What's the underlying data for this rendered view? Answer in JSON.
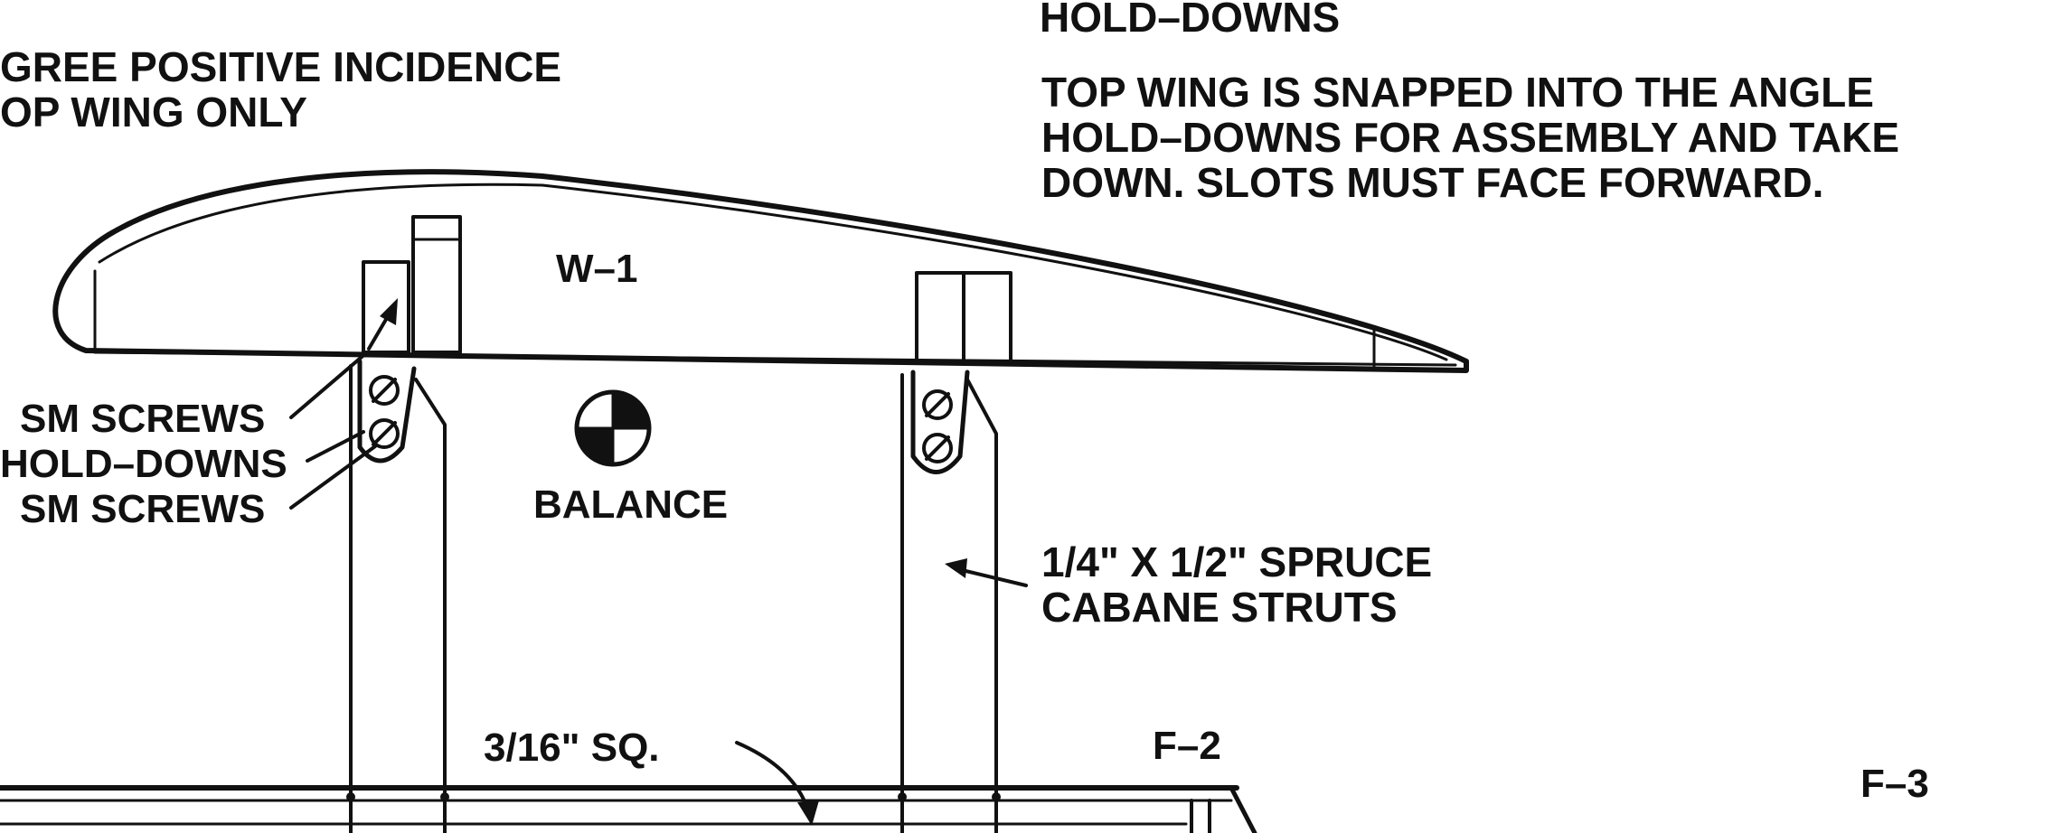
{
  "notes": {
    "incidence_line1": "GREE POSITIVE INCIDENCE",
    "incidence_line2": "OP WING ONLY",
    "holddowns_heading": "HOLD–DOWNS",
    "top_wing_line1": "TOP WING IS SNAPPED INTO THE ANGLE",
    "top_wing_line2": "HOLD–DOWNS FOR ASSEMBLY AND TAKE",
    "top_wing_line3": "DOWN.  SLOTS MUST FACE FORWARD."
  },
  "callouts": {
    "sm_screws_upper": "SM SCREWS",
    "hold_downs": "HOLD–DOWNS",
    "sm_screws_lower": "SM SCREWS",
    "balance": "BALANCE",
    "spruce_line1": "1/4\" X 1/2\" SPRUCE",
    "spruce_line2": "CABANE STRUTS",
    "square_stock": "3/16\" SQ."
  },
  "parts": {
    "wing": "W–1",
    "former_2": "F–2",
    "former_3": "F–3"
  },
  "colors": {
    "ink": "#111111",
    "paper": "#ffffff"
  }
}
